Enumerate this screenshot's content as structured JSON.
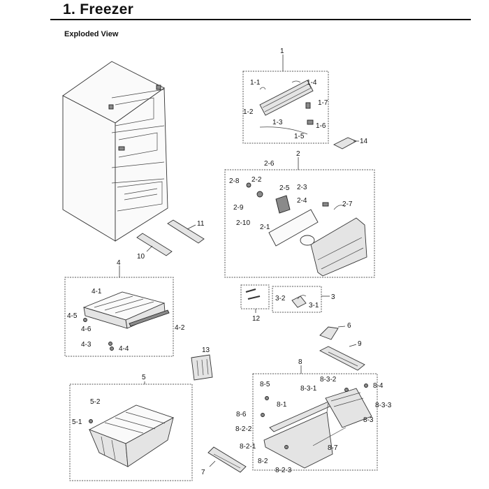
{
  "page": {
    "title": "1.  Freezer",
    "subtitle": "Exploded View"
  },
  "diagram": {
    "labels": {
      "l1": "1",
      "l1_1": "1-1",
      "l1_2": "1-2",
      "l1_3": "1-3",
      "l1_4": "1-4",
      "l1_5": "1-5",
      "l1_6": "1-6",
      "l1_7": "1-7",
      "l14": "14",
      "l2": "2",
      "l2_1": "2-1",
      "l2_2": "2-2",
      "l2_3": "2-3",
      "l2_4": "2-4",
      "l2_5": "2-5",
      "l2_6": "2-6",
      "l2_7": "2-7",
      "l2_8": "2-8",
      "l2_9": "2-9",
      "l2_10": "2-10",
      "l11": "11",
      "l10": "10",
      "l4": "4",
      "l4_1": "4-1",
      "l4_2": "4-2",
      "l4_3": "4-3",
      "l4_4": "4-4",
      "l4_5": "4-5",
      "l4_6": "4-6",
      "l3": "3",
      "l3_1": "3-1",
      "l3_2": "3-2",
      "l12": "12",
      "l6": "6",
      "l9": "9",
      "l13": "13",
      "l5": "5",
      "l5_1": "5-1",
      "l5_2": "5-2",
      "l8": "8",
      "l8_1": "8-1",
      "l8_2": "8-2",
      "l8_2_1": "8-2-1",
      "l8_2_2": "8-2-2",
      "l8_2_3": "8-2-3",
      "l8_3": "8-3",
      "l8_3_1": "8-3-1",
      "l8_3_2": "8-3-2",
      "l8_3_3": "8-3-3",
      "l8_4": "8-4",
      "l8_5": "8-5",
      "l8_6": "8-6",
      "l8_7": "8-7",
      "l7": "7"
    }
  }
}
